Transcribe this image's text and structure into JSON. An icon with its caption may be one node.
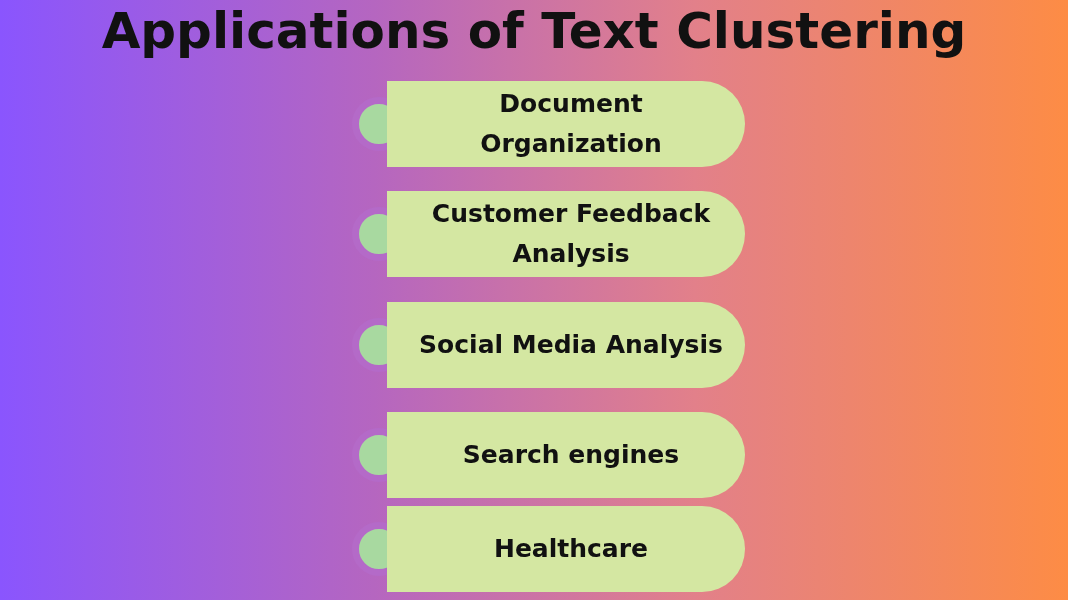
{
  "diagram": {
    "title": "Applications of Text Clustering",
    "nodes": [
      {
        "text": [
          "Document Organization"
        ]
      },
      {
        "text": [
          "Customer Feedback Analysis"
        ]
      },
      {
        "text": [
          "Social Media Analysis"
        ]
      },
      {
        "text": [
          "Search engines"
        ]
      },
      {
        "text": [
          "Healthcare"
        ]
      }
    ]
  }
}
